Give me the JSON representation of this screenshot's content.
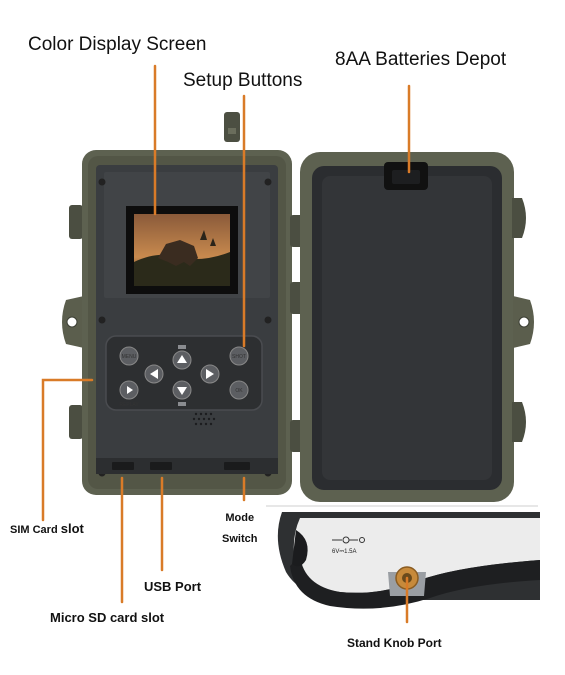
{
  "labels": {
    "color_display_screen": "Color Display Screen",
    "setup_buttons": "Setup Buttons",
    "batteries_depot": "8AA Batteries Depot",
    "sim_card_slot_prefix": "SIM Card ",
    "sim_card_slot_suffix": "slot",
    "mode_switch_line1": "Mode",
    "mode_switch_line2": "Switch",
    "usb_port": "USB Port",
    "micro_sd_card_slot": "Micro SD card slot",
    "stand_knob_port": "Stand Knob Port"
  },
  "buttons": {
    "menu": "MENU",
    "shot": "SHOT",
    "ok": "OK",
    "replay": "REPLAY"
  },
  "inset": {
    "dc_rating": "6V⎓1.5A"
  },
  "colors": {
    "leader_line": "#d97b28",
    "camera_body": "#5d6150",
    "camera_inner": "#3a3d40",
    "lid_inner": "#2b2d30"
  }
}
